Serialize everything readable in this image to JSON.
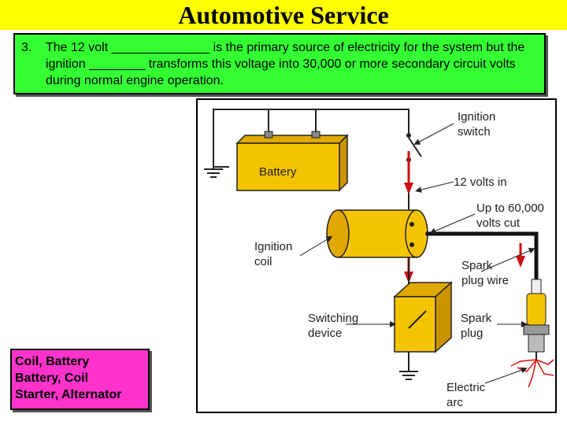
{
  "title": "Automotive Service",
  "question": {
    "number": "3.",
    "text": "The 12 volt ______________ is the primary source of electricity for the system but the ignition ________ transforms this voltage into 30,000 or more secondary circuit volts during normal engine operation."
  },
  "answers": [
    "Coil, Battery",
    "Battery, Coil",
    "Starter, Alternator"
  ],
  "diagram": {
    "battery": "Battery",
    "ignition_switch": [
      "Ignition",
      "switch"
    ],
    "twelve_volts": "12 volts in",
    "volts_out": [
      "Up to 60,000",
      "volts cut"
    ],
    "ignition_coil": [
      "Ignition",
      "coil"
    ],
    "spark_plug_wire": [
      "Spark",
      "plug wire"
    ],
    "switching_device": [
      "Switching",
      "device"
    ],
    "spark_plug": [
      "Spark",
      "plug"
    ],
    "electric_arc": [
      "Electric",
      "arc"
    ]
  },
  "colors": {
    "title_bar": "#ffff00",
    "question_box": "#33ff33",
    "answer_box": "#ff33cc",
    "component": "#f5c400",
    "arrow": "#cc1111"
  }
}
